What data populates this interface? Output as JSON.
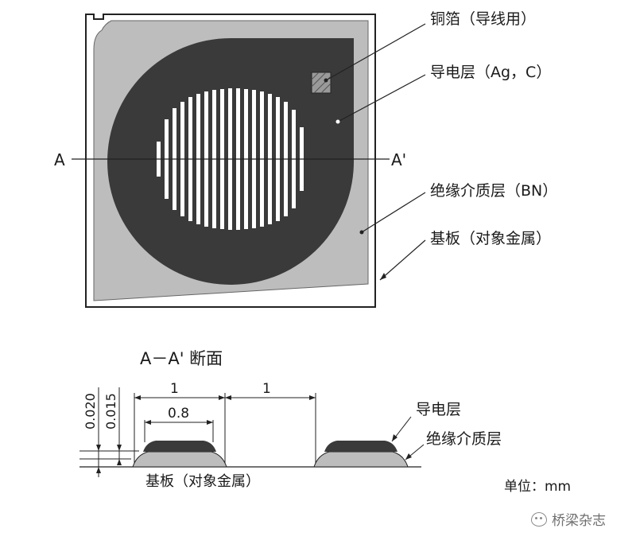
{
  "labels": {
    "copper_foil": "铜箔（导线用）",
    "conductive_layer": "导电层（Ag，C）",
    "section_a": "A",
    "section_a_prime": "A'",
    "insulating_layer": "绝缘介质层（BN）",
    "substrate": "基板（对象金属）"
  },
  "section": {
    "title": "A－A' 断面",
    "dim_top_left": "1",
    "dim_top_right": "1",
    "dim_inner": "0.8",
    "dim_height_total": "0.020",
    "dim_height_inner": "0.015",
    "label_conductive": "导电层",
    "label_insulating": "绝缘介质层",
    "label_substrate": "基板（对象金属）",
    "unit": "单位：mm"
  },
  "watermark": {
    "text": "桥梁杂志",
    "icon": "wechat-icon"
  },
  "colors": {
    "plate_gray": "#bdbdbd",
    "dark_layer": "#3a3a3a",
    "line": "#222222"
  }
}
